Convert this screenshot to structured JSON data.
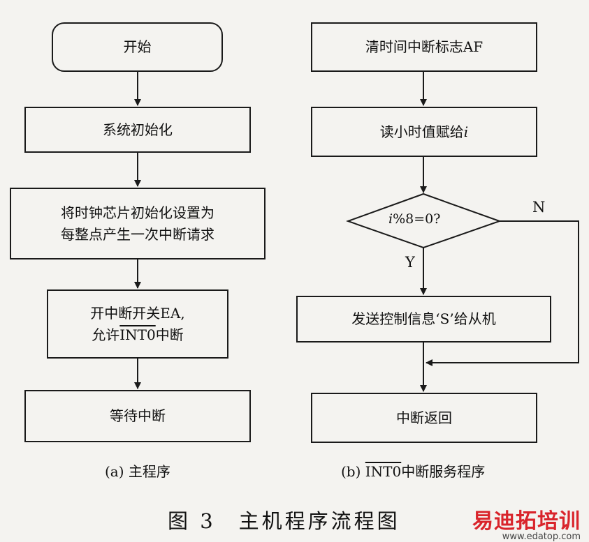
{
  "left": {
    "start": "开始",
    "init": "系统初始化",
    "clock_line1": "将时钟芯片初始化设置为",
    "clock_line2": "每整点产生一次中断请求",
    "ea_line1": "开中断开关EA,",
    "ea_line2_pre": "允许",
    "ea_line2_over": "INT0",
    "ea_line2_post": "中断",
    "wait": "等待中断",
    "caption": "(a) 主程序"
  },
  "right": {
    "clear": "清时间中断标志AF",
    "read": "读小时值赋给",
    "read_var": "i",
    "decision_var": "i",
    "decision": "%8=0?",
    "no": "N",
    "yes": "Y",
    "send": "发送控制信息‘S’给从机",
    "ret": "中断返回",
    "caption_pre": "(b) ",
    "caption_over": "INT0",
    "caption_post": "中断服务程序"
  },
  "figure_caption": "图 3　主机程序流程图",
  "watermark": {
    "title": "易迪拓培训",
    "url": "www.edatop.com",
    "colors": {
      "title": "#d9242b",
      "title_alt": "#2a66b7"
    }
  }
}
